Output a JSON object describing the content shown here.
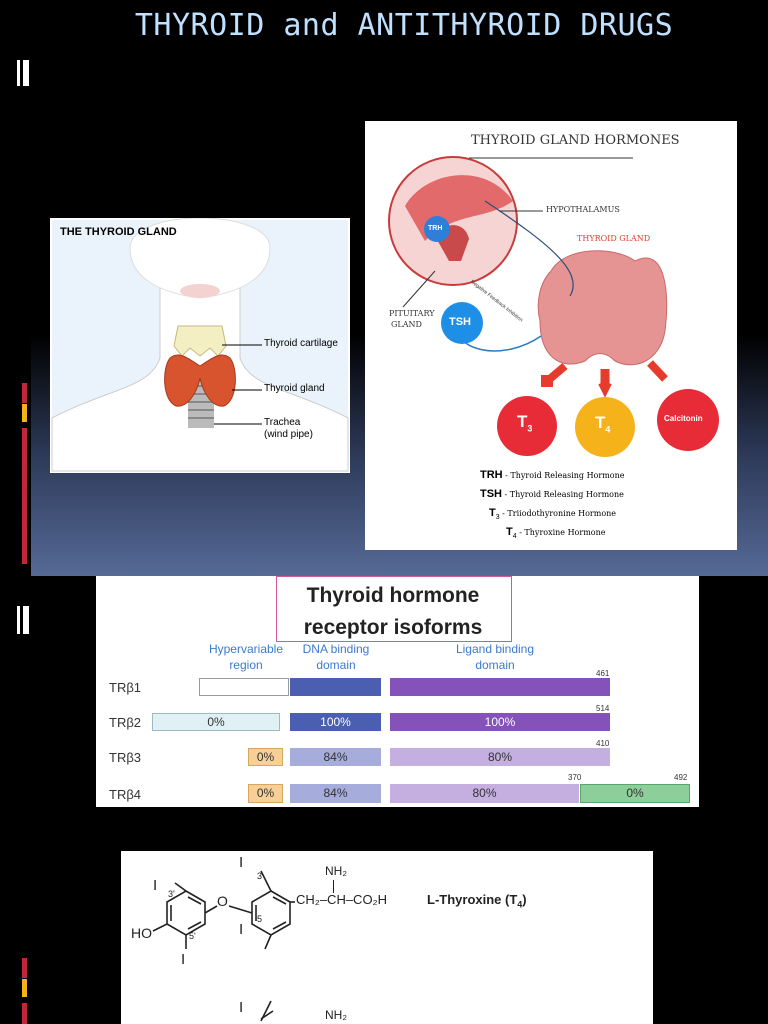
{
  "title": "THYROID and ANTITHYROID DRUGS",
  "colors": {
    "accent_red": "#c0283a",
    "accent_yellow": "#f3b31c",
    "title": "#bfe0ff"
  },
  "thyroid_gland_figure": {
    "heading": "THE THYROID GLAND",
    "labels": [
      "Thyroid cartilage",
      "Thyroid gland",
      "Trachea",
      "(wind pipe)"
    ]
  },
  "hormones_figure": {
    "heading": "THYROID GLAND HORMONES",
    "hypothalamus": "HYPOTHALAMUS",
    "thyroid_gland": "THYROID GLAND",
    "pituitary": [
      "PITUITARY",
      "GLAND"
    ],
    "feedback": "Negative Feedback Inhibition",
    "circles": {
      "trh": "TRH",
      "tsh": "TSH",
      "t3": "T",
      "t3_sub": "3",
      "t4": "T",
      "t4_sub": "4",
      "calcitonin": "Calcitonin"
    },
    "legend": [
      {
        "abbr": "TRH",
        "sub": "",
        "text": " - Thyroid Releasing Hormone"
      },
      {
        "abbr": "TSH",
        "sub": "",
        "text": " - Thyroid Releasing Hormone"
      },
      {
        "abbr": "T",
        "sub": "3",
        "text": " - Triiodothyronine Hormone"
      },
      {
        "abbr": "T",
        "sub": "4",
        "text": " - Thyroxine Hormone"
      }
    ]
  },
  "receptor_figure": {
    "title_line1": "Thyroid hormone",
    "title_line2": "receptor isoforms",
    "domain_labels": {
      "hyper": [
        "Hypervariable",
        "region"
      ],
      "dna": [
        "DNA binding",
        "domain"
      ],
      "ligand": [
        "Ligand binding",
        "domain"
      ]
    },
    "rows": [
      {
        "label": "TRβ1",
        "end": "461",
        "hyper": "",
        "dna": "",
        "ligand": "",
        "extra": "",
        "extra_end": ""
      },
      {
        "label": "TRβ2",
        "end": "514",
        "hyper": "0%",
        "dna": "100%",
        "ligand": "100%",
        "extra": "",
        "extra_end": ""
      },
      {
        "label": "TRβ3",
        "end": "410",
        "hyper": "0%",
        "dna": "84%",
        "ligand": "80%",
        "extra": "",
        "extra_end": ""
      },
      {
        "label": "TRβ4",
        "end": "370",
        "hyper": "0%",
        "dna": "84%",
        "ligand": "80%",
        "extra": "0%",
        "extra_end": "492"
      }
    ]
  },
  "structure_figure": {
    "name": "L-Thyroxine (T",
    "name_sub": "4",
    "name_close": ")",
    "chain": "CH₂–CH–CO₂H",
    "nh2": "NH₂",
    "ho": "HO",
    "i": "I",
    "o": "O",
    "pos": [
      "3'",
      "5'",
      "3",
      "5"
    ]
  }
}
